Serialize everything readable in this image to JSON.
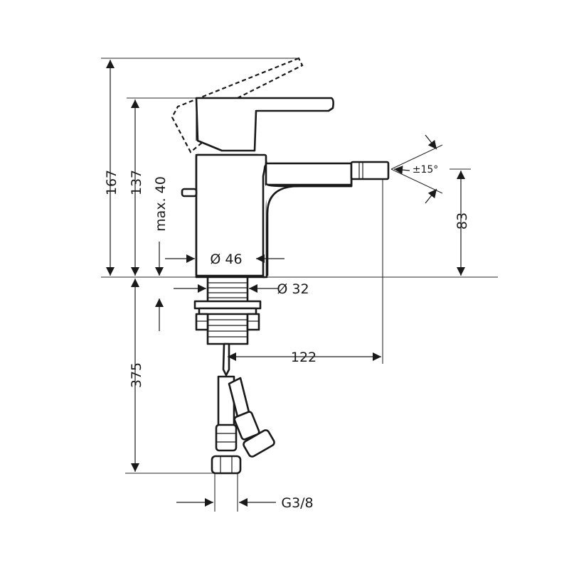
{
  "dimensions": {
    "total_height": "167",
    "lever_height": "137",
    "max_thickness": "max. 40",
    "body_diameter": "Ø 46",
    "shank_diameter": "Ø 32",
    "nozzle_height": "83",
    "spray_angle": "±15°",
    "projection": "122",
    "hose_length": "375",
    "connection_thread": "G3/8"
  }
}
